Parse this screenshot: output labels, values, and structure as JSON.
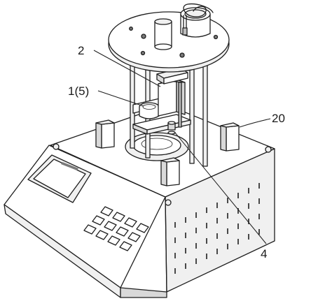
{
  "labels": {
    "part_2": "2",
    "part_1_5": "1(5)",
    "part_20": "20",
    "part_4": "4"
  }
}
